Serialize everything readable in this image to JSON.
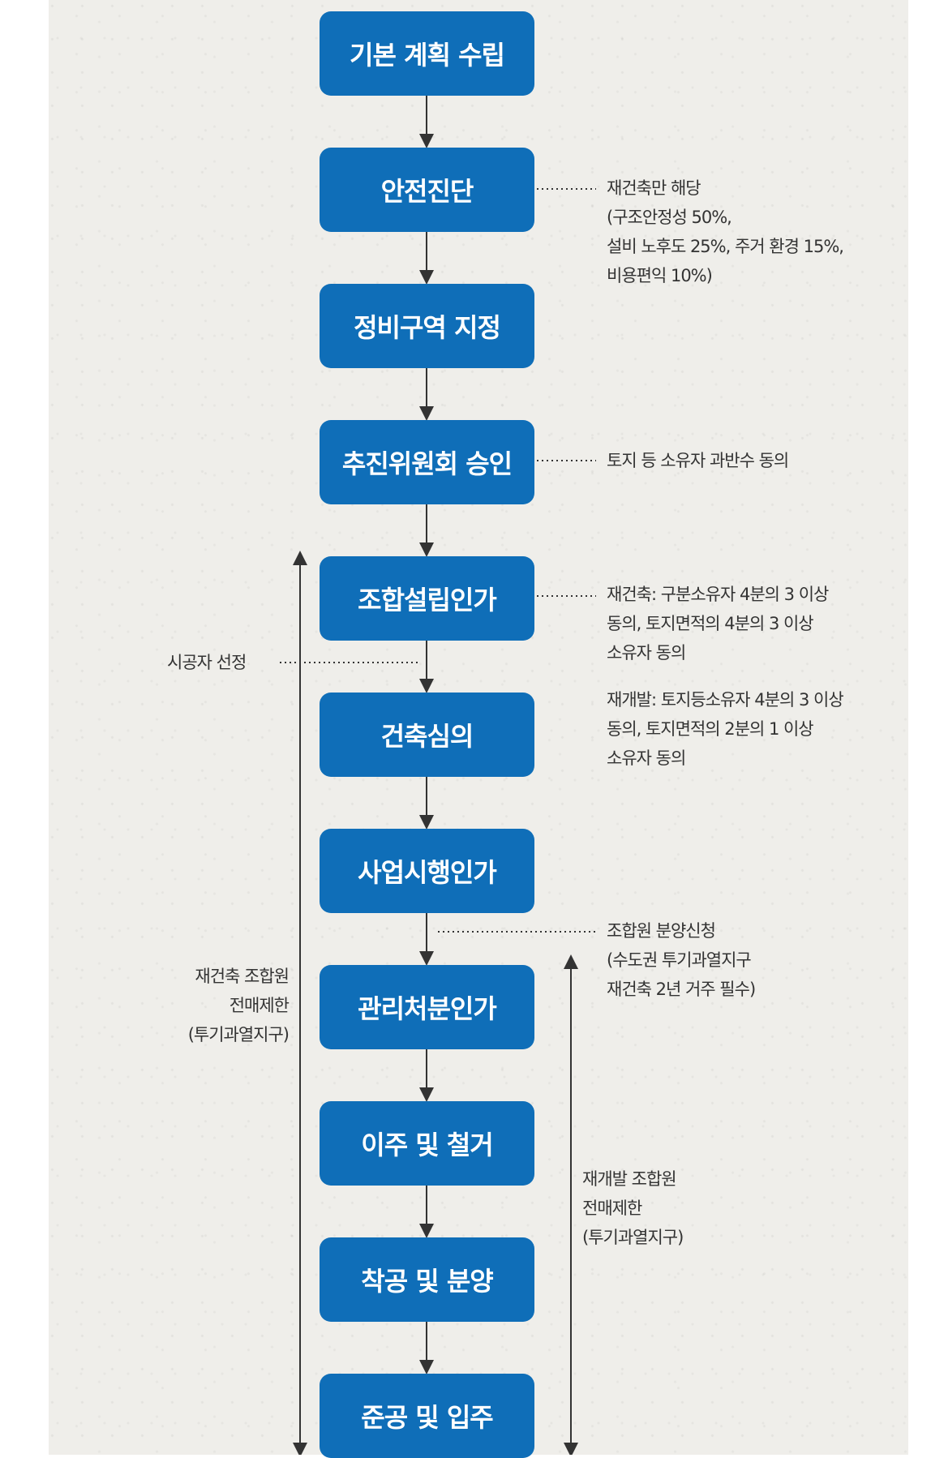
{
  "steps": [
    {
      "label": "기본 계획 수립"
    },
    {
      "label": "안전진단"
    },
    {
      "label": "정비구역 지정"
    },
    {
      "label": "추진위원회 승인"
    },
    {
      "label": "조합설립인가"
    },
    {
      "label": "건축심의"
    },
    {
      "label": "사업시행인가"
    },
    {
      "label": "관리처분인가"
    },
    {
      "label": "이주 및 철거"
    },
    {
      "label": "착공 및 분양"
    },
    {
      "label": "준공 및 입주"
    }
  ],
  "notes": {
    "safety": [
      "재건축만 해당",
      "(구조안정성 50%,",
      "설비 노후도 25%, 주거 환경 15%,",
      "비용편익 10%)"
    ],
    "committee": [
      "토지 등 소유자 과반수 동의"
    ],
    "union_rebuild": [
      "재건축: 구분소유자 4분의 3 이상",
      "동의, 토지면적의 4분의 3 이상",
      "소유자 동의"
    ],
    "union_redevelop": [
      "재개발: 토지등소유자 4분의 3 이상",
      "동의, 토지면적의 2분의 1 이상",
      "소유자 동의"
    ],
    "contractor": [
      "시공자 선정"
    ],
    "sale_apply": [
      "조합원 분양신청",
      "(수도권 투기과열지구",
      "재건축 2년 거주 필수)"
    ],
    "rebuild_resale": [
      "재건축 조합원",
      "전매제한",
      "(투기과열지구)"
    ],
    "redevelop_resale": [
      "재개발 조합원",
      "전매제한",
      "(투기과열지구)"
    ]
  },
  "colors": {
    "box": "#0f6eb8",
    "box_text": "#ffffff",
    "line": "#333333",
    "background": "#efeeea"
  }
}
